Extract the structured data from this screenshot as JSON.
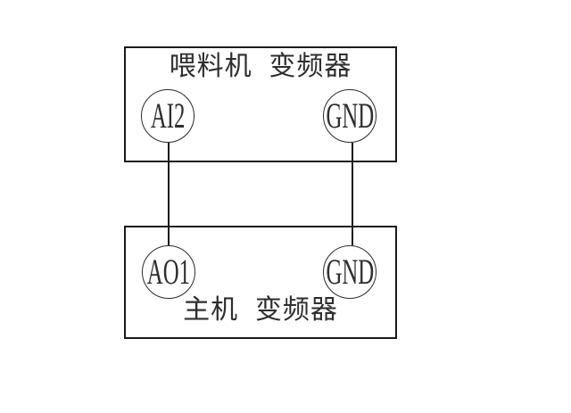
{
  "page": {
    "background": "#ffffff"
  },
  "diagram": {
    "type": "wiring-diagram",
    "colors": {
      "stroke": "#1b1b1b",
      "text": "#2e2e2e",
      "background": "#ffffff"
    },
    "top_box": {
      "title": "喂料机  变频器",
      "terminals": [
        {
          "label": "AI2"
        },
        {
          "label": "GND"
        }
      ]
    },
    "bottom_box": {
      "title": "主机  变频器",
      "terminals": [
        {
          "label": "AO1"
        },
        {
          "label": "GND"
        }
      ]
    },
    "connections": [
      {
        "from": "AI2",
        "to": "AO1"
      },
      {
        "from": "GND",
        "to": "GND"
      }
    ]
  }
}
